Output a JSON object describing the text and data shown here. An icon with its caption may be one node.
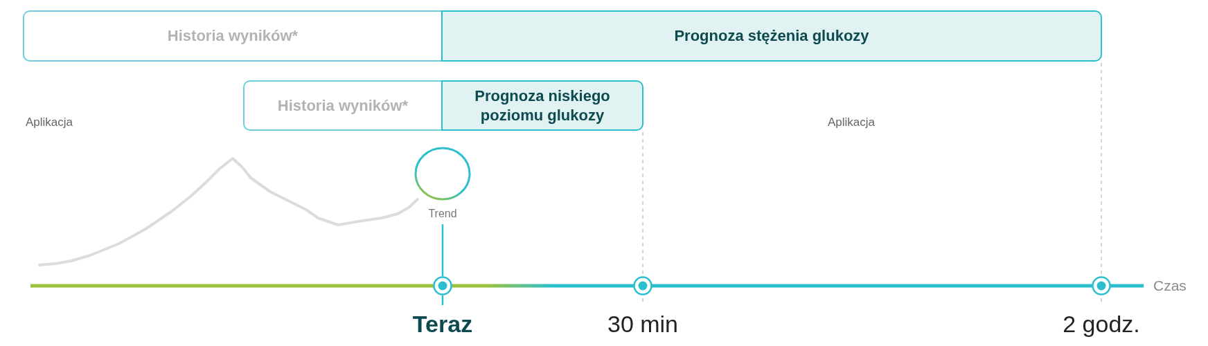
{
  "diagram": {
    "nodes": [
      {
        "text": [
          "Historia wyników*"
        ]
      },
      {
        "text": [
          "Prognoza stężenia glukozy"
        ]
      },
      {
        "text": [
          "Historia wyników*"
        ]
      },
      {
        "text": [
          "Prognoza niskiego poziomu glukozy"
        ]
      },
      {
        "text": [
          "Trend"
        ]
      },
      {
        "text": [
          "Teraz"
        ]
      },
      {
        "text": [
          "30 min"
        ]
      },
      {
        "text": [
          "2 godz."
        ]
      }
    ],
    "edges": [
      {
        "from": 4,
        "to": 5,
        "arrow": "none"
      }
    ],
    "labels": [
      "Aplikacja",
      "Aplikacja",
      "Czas"
    ]
  }
}
